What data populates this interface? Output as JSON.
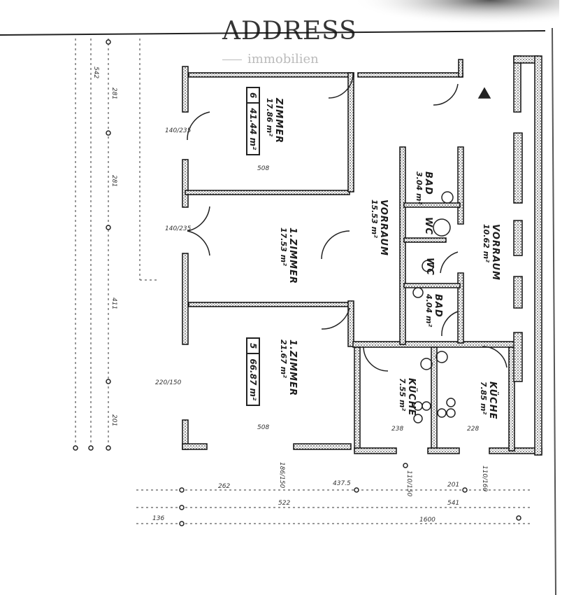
{
  "watermark": {
    "brand": "ADDRESS",
    "sub": "immobilien"
  },
  "rooms": [
    {
      "name": "ZIMMER",
      "area": "17.86 m²"
    },
    {
      "name": "1.ZIMMER",
      "area": "17.53 m²"
    },
    {
      "name": "1.ZIMMER",
      "area": "21.67 m²"
    },
    {
      "name": "VORRAUM",
      "area": "15.53 m²"
    },
    {
      "name": "VORRAUM",
      "area": "10.62 m²"
    },
    {
      "name": "BAD",
      "area": "3.04 m²"
    },
    {
      "name": "WC",
      "area": ""
    },
    {
      "name": "WC",
      "area": ""
    },
    {
      "name": "BAD",
      "area": "4.04 m²"
    },
    {
      "name": "KÜCHE",
      "area": "7.55 m²"
    },
    {
      "name": "KÜCHE",
      "area": "7.85 m²"
    }
  ],
  "units": [
    {
      "number": "6",
      "area": "41.44 m²"
    },
    {
      "number": "5",
      "area": "66.87 m²"
    }
  ],
  "dimensions": {
    "left": [
      "281",
      "281",
      "411",
      "201",
      "542"
    ],
    "windows": [
      "140/235",
      "140/235",
      "220/150"
    ],
    "walls": [
      "508",
      "508",
      "238",
      "228"
    ],
    "bottom": [
      "262",
      "437.5",
      "201",
      "522",
      "541",
      "1600",
      "136"
    ],
    "doors": [
      "186/150",
      "110/150",
      "110/160"
    ]
  },
  "colors": {
    "ink": "#1c1c1c",
    "paper": "#ffffff",
    "hatch": "#555555"
  }
}
